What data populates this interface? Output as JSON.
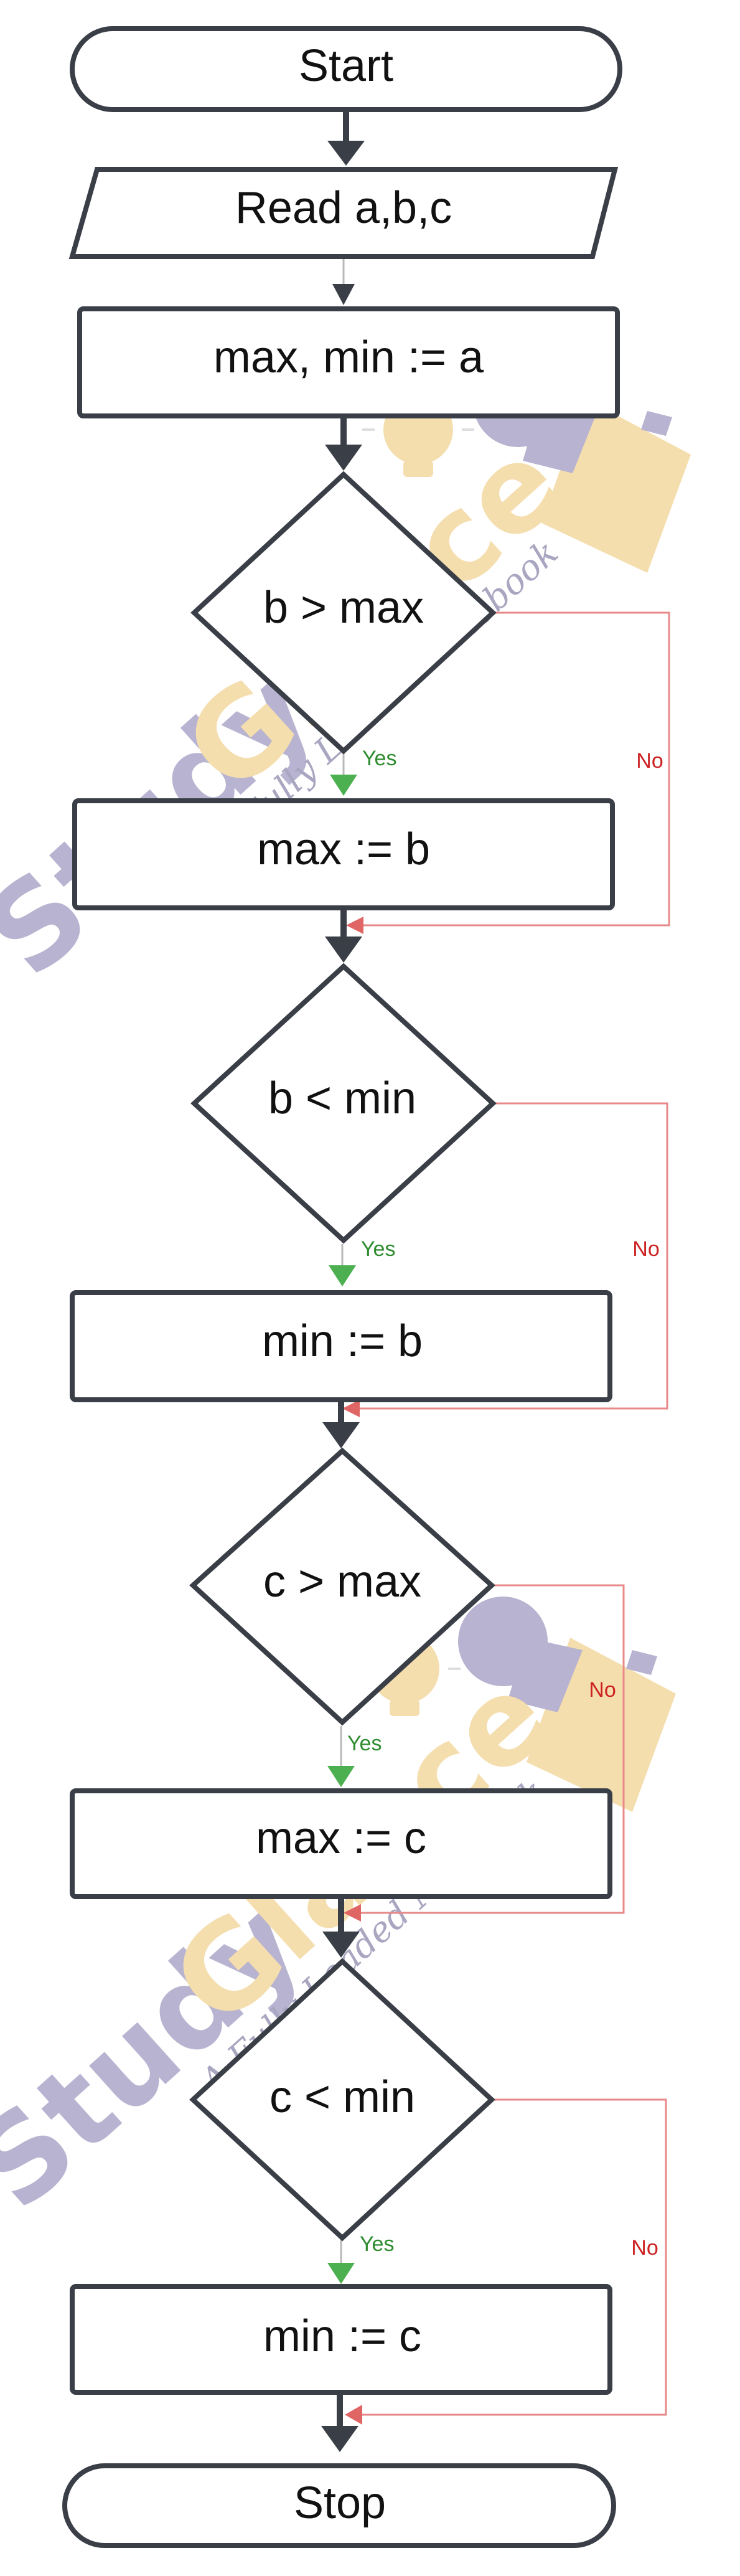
{
  "flowchart": {
    "nodes": {
      "start": "Start",
      "read": "Read a,b,c",
      "init": "max, min  := a",
      "cond1": "b > max",
      "assign1": "max := b",
      "cond2": "b < min",
      "assign2": "min  := b",
      "cond3": "c > max",
      "assign3": "max := c",
      "cond4": "c < min",
      "assign4": "min  := c",
      "stop": "Stop"
    },
    "branch_labels": {
      "yes": "Yes",
      "no": "No"
    }
  },
  "watermark": {
    "word_study": "Study",
    "word_glance": "Glance",
    "tagline": "A Fully Loaded Notebook",
    "colors": {
      "purple": "#aaa6c8",
      "orange": "#f4d8a0",
      "tagline": "#9a96b6"
    }
  },
  "colors": {
    "node_stroke": "#3a3f47",
    "yes_arrow": "#4caf50",
    "yes_text": "#2e8b2e",
    "no_line": "#e88888",
    "no_text": "#cc2222"
  }
}
